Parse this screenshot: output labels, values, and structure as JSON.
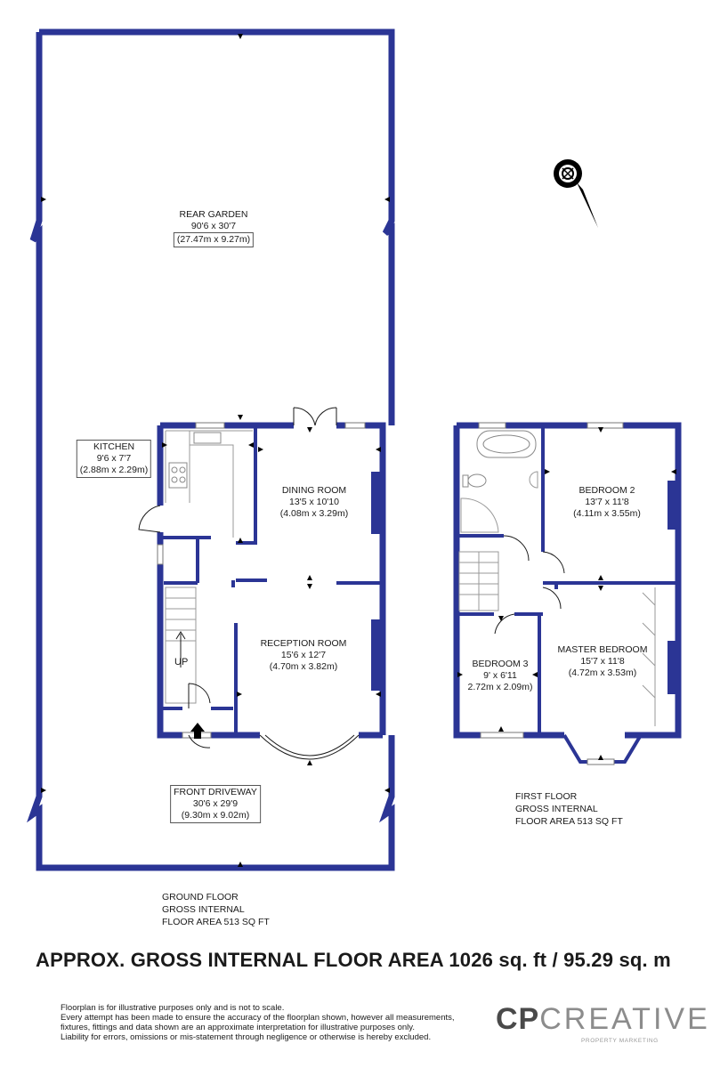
{
  "rooms": {
    "rear_garden": {
      "name": "REAR GARDEN",
      "imperial": "90'6 x 30'7",
      "metric": "(27.47m x 9.27m)"
    },
    "kitchen": {
      "name": "KITCHEN",
      "imperial": "9'6 x 7'7",
      "metric": "(2.88m x 2.29m)"
    },
    "dining_room": {
      "name": "DINING ROOM",
      "imperial": "13'5 x 10'10",
      "metric": "(4.08m x 3.29m)"
    },
    "reception_room": {
      "name": "RECEPTION ROOM",
      "imperial": "15'6 x 12'7",
      "metric": "(4.70m x 3.82m)"
    },
    "front_driveway": {
      "name": "FRONT DRIVEWAY",
      "imperial": "30'6 x 29'9",
      "metric": "(9.30m x 9.02m)"
    },
    "bedroom2": {
      "name": "BEDROOM 2",
      "imperial": "13'7 x 11'8",
      "metric": "(4.11m x 3.55m)"
    },
    "bedroom3": {
      "name": "BEDROOM 3",
      "imperial": "9' x 6'11",
      "metric": "2.72m x 2.09m)"
    },
    "master_bedroom": {
      "name": "MASTER BEDROOM",
      "imperial": "15'7 x 11'8",
      "metric": "(4.72m x 3.53m)"
    }
  },
  "stairs_label": "UP",
  "ground_floor": {
    "line1": "GROUND FLOOR",
    "line2": "GROSS INTERNAL",
    "line3": "FLOOR AREA 513 SQ FT"
  },
  "first_floor": {
    "line1": "FIRST FLOOR",
    "line2": "GROSS INTERNAL",
    "line3": "FLOOR AREA 513 SQ FT"
  },
  "total_area": {
    "prefix": "APPROX. GROSS INTERNAL FLOOR AREA",
    "value": "1026 sq. ft / 95.29 sq. m"
  },
  "disclaimer": {
    "line1": "Floorplan is for illustrative purposes only and is not to scale.",
    "line2": "Every attempt has been made to ensure the accuracy of the floorplan shown, however all measurements,",
    "line3": "fixtures, fittings and data shown are an approximate interpretation for illustrative purposes only.",
    "line4": "Liability for errors, omissions or mis-statement through negligence or otherwise is hereby excluded."
  },
  "brand": {
    "cp": "CP",
    "creative": "CREATIVE",
    "tagline": "PROPERTY MARKETING"
  },
  "colors": {
    "wall": "#2b3595",
    "text": "#1a1a1a"
  },
  "icons": {
    "compass": "north-compass-icon",
    "entrance": "entrance-arrow-icon"
  }
}
